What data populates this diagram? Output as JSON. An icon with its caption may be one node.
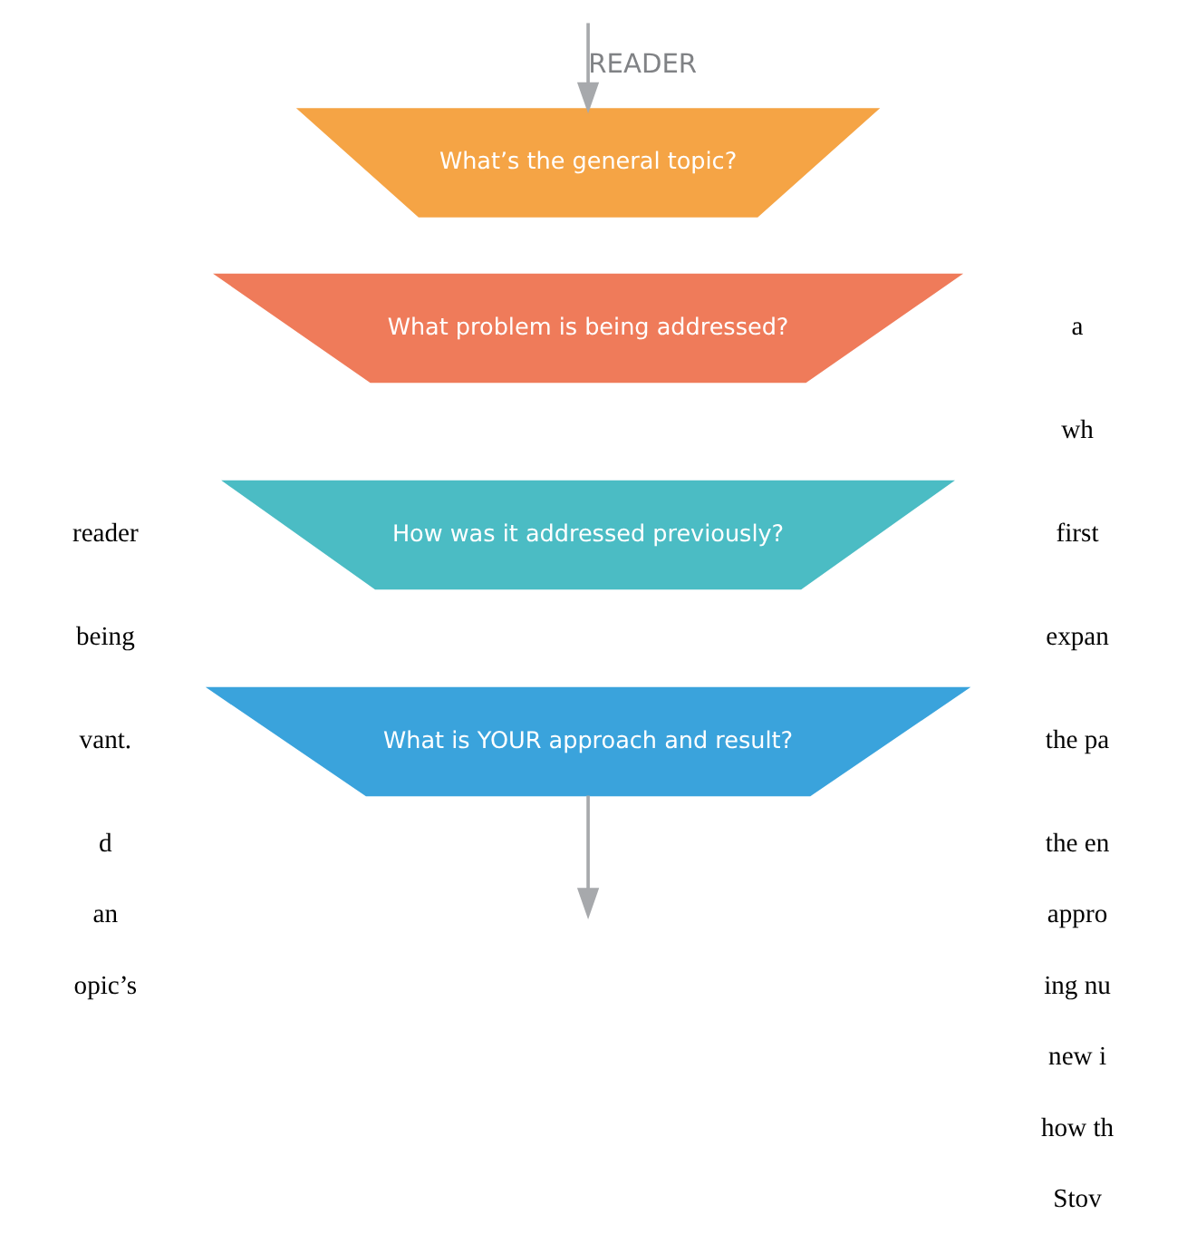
{
  "diagram": {
    "nodes": [
      {
        "text": [
          "What’s the general topic?"
        ]
      },
      {
        "text": [
          "What problem is being addressed?"
        ]
      },
      {
        "text": [
          "How was it addressed previously?"
        ]
      },
      {
        "text": [
          "What is YOUR approach and result?"
        ]
      }
    ],
    "edges": [
      {
        "from": null,
        "to": 0,
        "arrow": "to",
        "label": "READER"
      },
      {
        "from": 3,
        "to": null,
        "arrow": "to"
      }
    ],
    "labels": [
      "reader",
      "being",
      "vant.",
      "d",
      "an",
      "opic’s",
      "a",
      "wh",
      "first",
      "expan",
      "the pa",
      "the en",
      "appro",
      "ing nu",
      "new i",
      "how th",
      "Stov"
    ]
  }
}
